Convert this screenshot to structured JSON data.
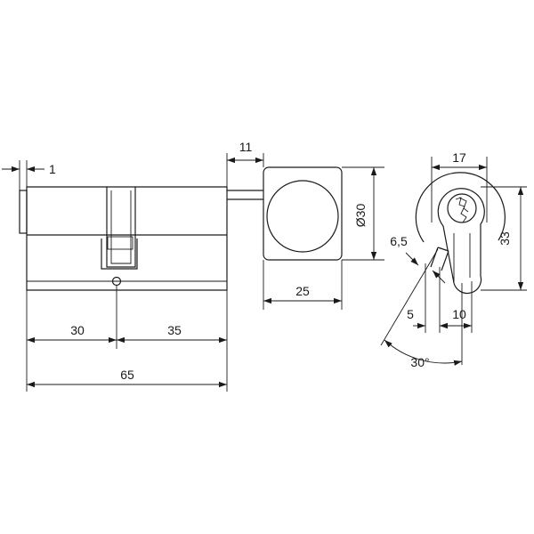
{
  "dimensions": {
    "d1": "1",
    "d11": "11",
    "d_diameter": "Ø30",
    "d25": "25",
    "d30": "30",
    "d35": "35",
    "d65": "65",
    "d17": "17",
    "d33": "33",
    "d6_5": "6,5",
    "d5": "5",
    "d10": "10",
    "angle": "30°"
  },
  "colors": {
    "line": "#1a1a1a",
    "background": "#ffffff"
  }
}
